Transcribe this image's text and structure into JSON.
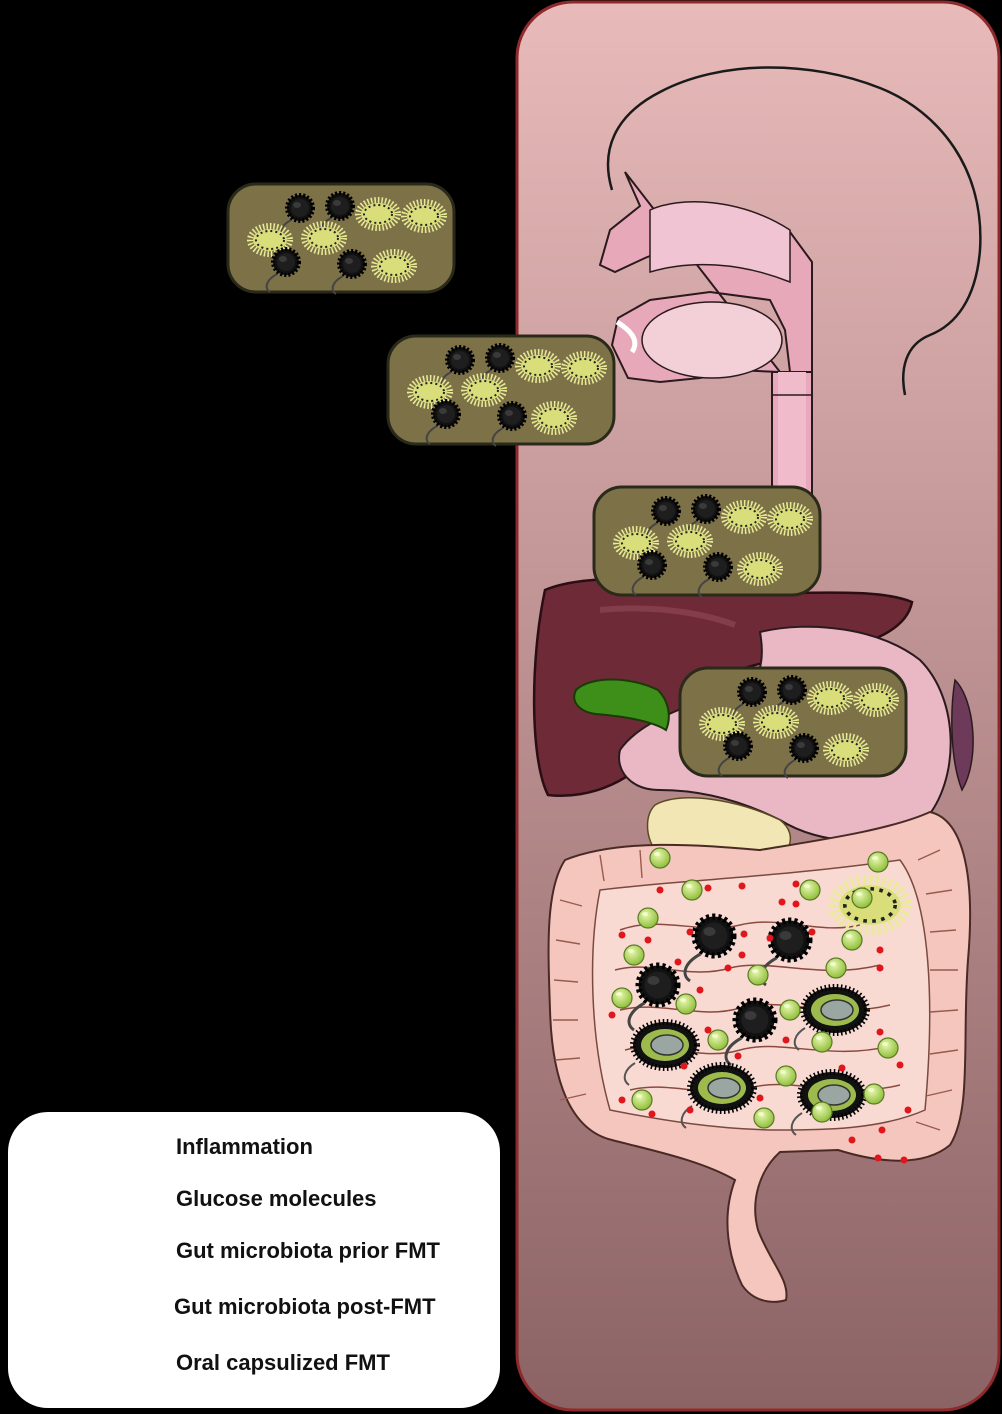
{
  "colors": {
    "background": "#000000",
    "body_panel_top": "#e6b8b8",
    "body_panel_bottom": "#8e6466",
    "body_panel_border": "#8f2a2c",
    "capsule_fill": "#7d7148",
    "capsule_border": "#2a2a1a",
    "inflammation": "#e0161c",
    "glucose": "#b8dc6a",
    "gut_tissue": "#f4c6bd",
    "liver": "#6e2a36",
    "stomach": "#e9b8c4",
    "gallbladder": "#3e8f1a",
    "pancreas": "#f2e6b4",
    "bacteria_dark": "#111111",
    "bacteria_light": "#e9ec96"
  },
  "capsules": [
    {
      "icon": "fmt-capsule-icon"
    },
    {
      "icon": "fmt-capsule-icon"
    },
    {
      "icon": "fmt-capsule-icon"
    },
    {
      "icon": "fmt-capsule-icon"
    }
  ],
  "legend": {
    "items": [
      {
        "icon": "inflammation-dots-icon",
        "label": "Inflammation"
      },
      {
        "icon": "glucose-molecule-icon",
        "label": "Glucose molecules"
      },
      {
        "icon": "gut-microbiota-prior-icon",
        "label": "Gut microbiota prior FMT"
      },
      {
        "icon": "gut-microbiota-post-icon",
        "label": "Gut microbiota post-FMT"
      },
      {
        "icon": "oral-capsule-icon",
        "label": "Oral capsulized FMT"
      }
    ]
  }
}
